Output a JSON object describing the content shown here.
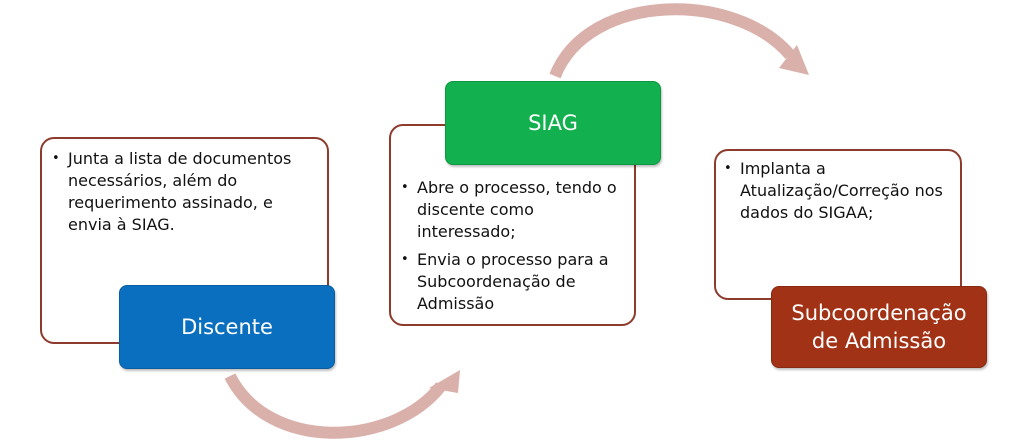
{
  "colors": {
    "discente": "#0b6fbf",
    "siag": "#12b04f",
    "subcoordenacao": "#a23215",
    "card_border": "#8c3b2c",
    "connector": "#d9b0aa"
  },
  "steps": [
    {
      "title": "Discente",
      "items": [
        "Junta a lista de documentos necessários, além do requerimento assinado, e envia à SIAG."
      ]
    },
    {
      "title": "SIAG",
      "items": [
        "Abre o processo, tendo o discente como interessado;",
        "Envia o processo para a Subcoordenação de Admissão"
      ]
    },
    {
      "title": "Subcoordenação de Admissão",
      "items": [
        "Implanta a Atualização/Correção nos dados do SIGAA;"
      ]
    }
  ]
}
